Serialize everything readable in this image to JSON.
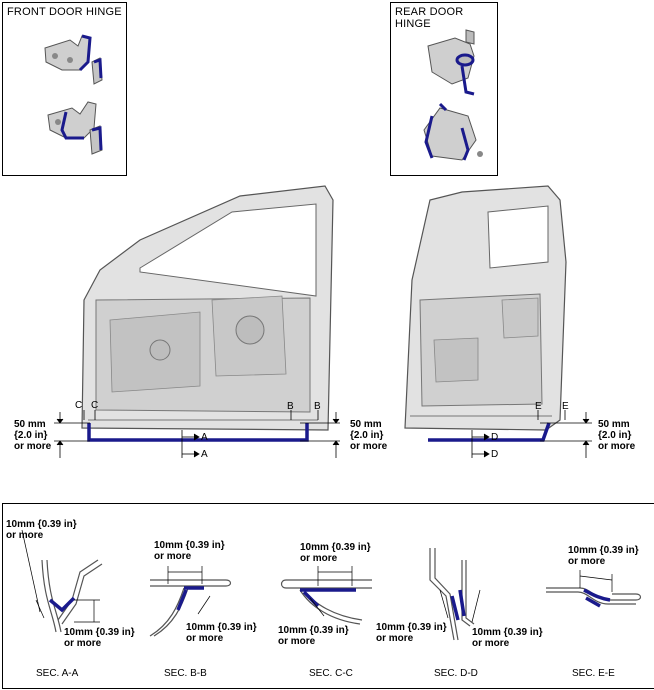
{
  "panels": {
    "front_hinge_title": "FRONT DOOR HINGE",
    "rear_hinge_title": "REAR DOOR HINGE"
  },
  "dimension": {
    "line1": "50 mm",
    "line2": "{2.0 in}",
    "line3": "or more"
  },
  "section_letters": {
    "a": "A",
    "b": "B",
    "c": "C",
    "d": "D",
    "e": "E"
  },
  "sections": {
    "line1": "10mm {0.39 in}",
    "line2": "or more",
    "names": [
      "SEC. A-A",
      "SEC. B-B",
      "SEC. C-C",
      "SEC. D-D",
      "SEC. E-E"
    ]
  },
  "colors": {
    "sealer": "#1a1a8c",
    "panel_fill": "#d8d8d8",
    "panel_stroke": "#555555"
  }
}
